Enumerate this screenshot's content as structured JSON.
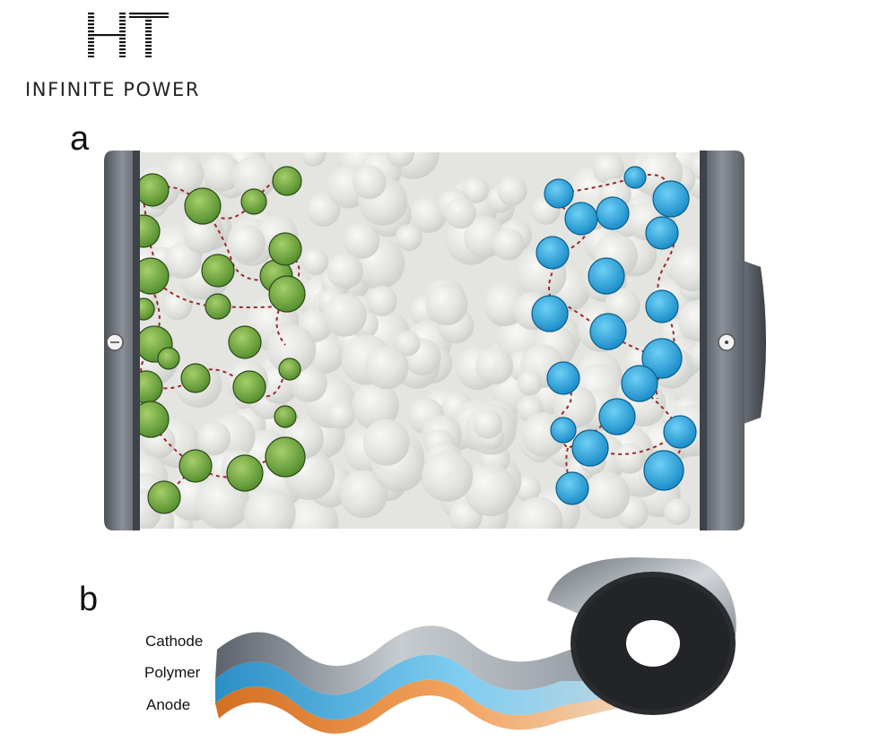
{
  "logo": {
    "mark": "HT",
    "tagline": "INFINITE POWER"
  },
  "panels": {
    "a": {
      "label": "a"
    },
    "b": {
      "label": "b",
      "layers": [
        "Cathode",
        "Polymer",
        "Anode"
      ]
    }
  },
  "colors": {
    "anode_particle": "#6fa23e",
    "cathode_particle": "#2aa3dc",
    "electrolyte": "#e3e4e0",
    "cap": "#6b7079",
    "cathode_layer": "#8a939c",
    "polymer_layer": "#4aa8d8",
    "anode_layer": "#e58a3c",
    "roll": "#2b2c30"
  },
  "icons": {
    "negative_terminal": "minus-icon",
    "positive_terminal": "plus-icon"
  }
}
